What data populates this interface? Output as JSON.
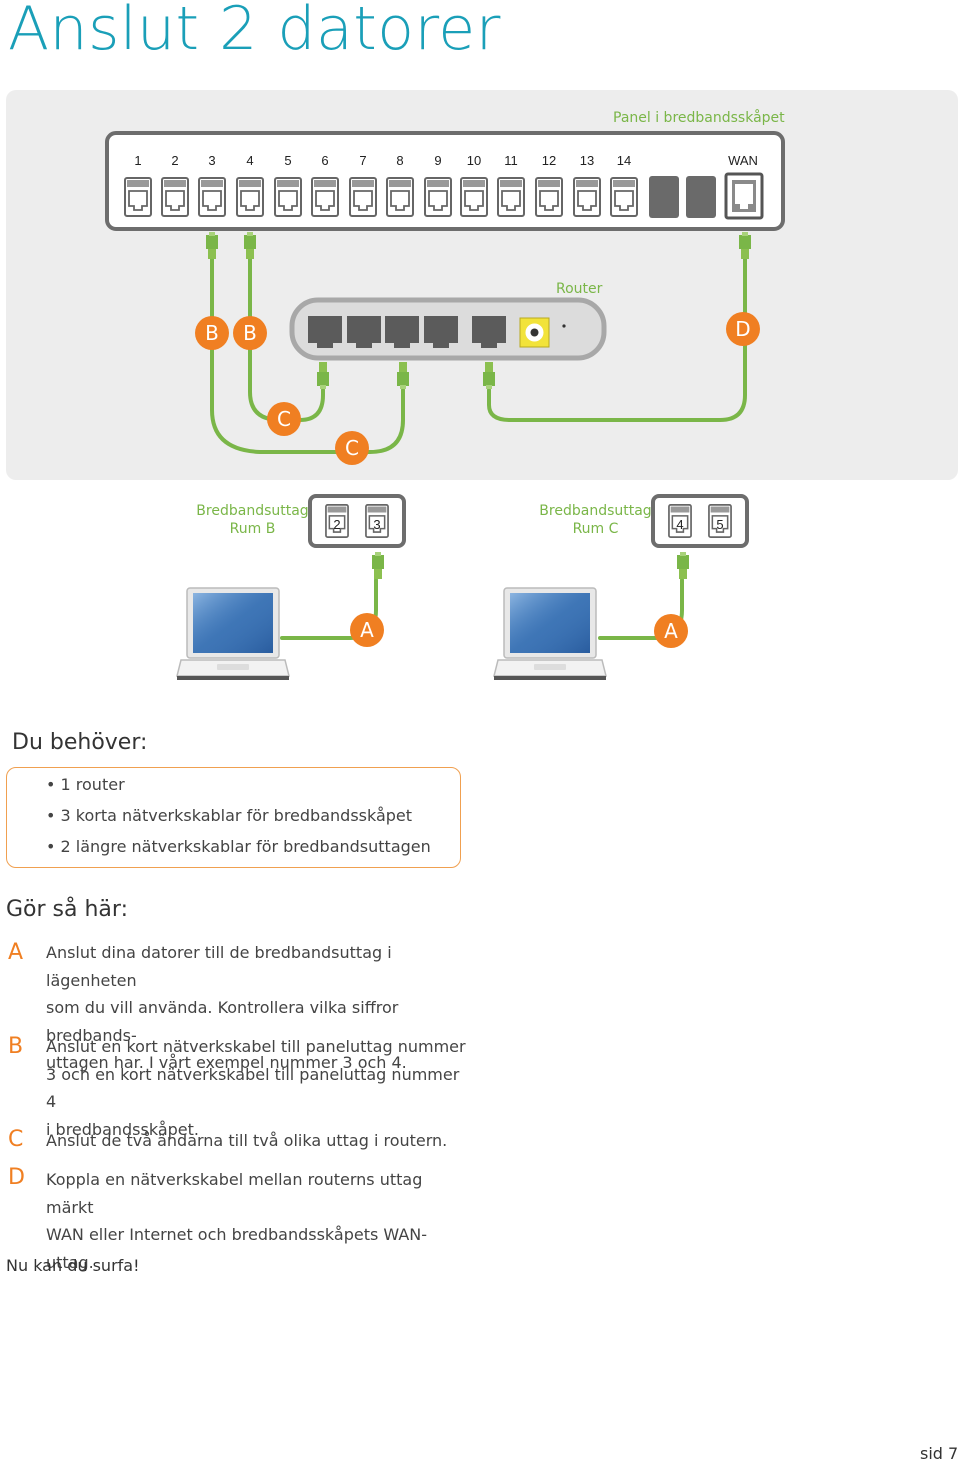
{
  "title": "Anslut 2 datorer",
  "diagram": {
    "panel_label": "Panel i bredbandsskåpet",
    "panel_ports": [
      "1",
      "2",
      "3",
      "4",
      "5",
      "6",
      "7",
      "8",
      "9",
      "10",
      "11",
      "12",
      "13",
      "14"
    ],
    "wan_label": "WAN",
    "router_label": "Router",
    "outlet_b_label_line1": "Bredbandsuttag",
    "outlet_b_label_line2": "Rum B",
    "outlet_b_ports": [
      "2",
      "3"
    ],
    "outlet_c_label_line1": "Bredbandsuttag",
    "outlet_c_label_line2": "Rum C",
    "outlet_c_ports": [
      "4",
      "5"
    ],
    "markers": [
      "B",
      "B",
      "D",
      "C",
      "C",
      "A",
      "A"
    ],
    "colors": {
      "cable": "#7ab648",
      "marker": "#f07f22",
      "title": "#1a9fb8",
      "device": "#666666"
    }
  },
  "need": {
    "heading": "Du behöver:",
    "items": [
      "• 1 router",
      "• 3 korta nätverkskablar för bredbandsskåpet",
      "• 2 längre nätverkskablar för bredbandsuttagen"
    ]
  },
  "howto": {
    "heading": "Gör så här:",
    "steps": [
      {
        "letter": "A",
        "lines": [
          "Anslut dina datorer till de bredbandsuttag i lägenheten",
          "som du vill använda. Kontrollera vilka siffror bredbands-",
          "uttagen har. I vårt exempel nummer 3 och 4."
        ]
      },
      {
        "letter": "B",
        "lines": [
          "Anslut en kort nätverkskabel till paneluttag  nummer",
          "3 och en kort nätverkskabel till paneluttag nummer 4",
          "i bredbandsskåpet."
        ]
      },
      {
        "letter": "C",
        "lines": [
          "Anslut de två ändarna till två olika uttag i routern."
        ]
      },
      {
        "letter": "D",
        "lines": [
          "Koppla en nätverkskabel mellan routerns uttag märkt",
          "WAN eller Internet och bredbandsskåpets WAN-uttag."
        ]
      }
    ]
  },
  "finale": "Nu kan du surfa!",
  "page_number": "sid 7"
}
